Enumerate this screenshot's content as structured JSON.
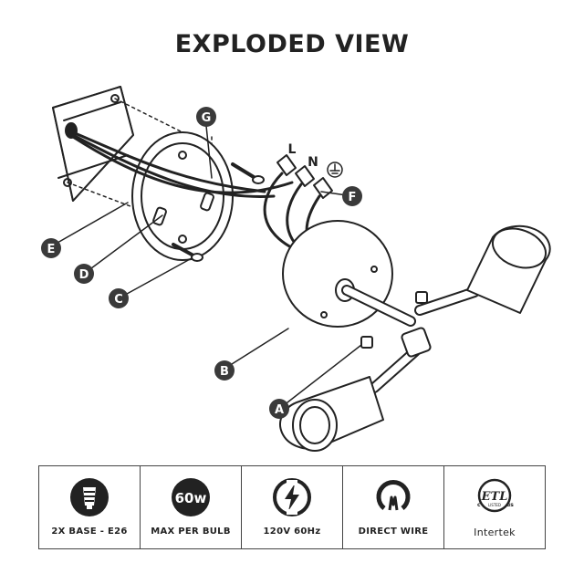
{
  "title": "EXPLODED VIEW",
  "callouts": {
    "a": "A",
    "b": "B",
    "c": "C",
    "d": "D",
    "e": "E",
    "f": "F",
    "g": "G"
  },
  "wire_labels": {
    "line": "L",
    "neutral": "N"
  },
  "specs": [
    {
      "icon": "bulb-base-icon",
      "label": "2X BASE - E26"
    },
    {
      "icon": "wattage-icon",
      "icon_text": "60w",
      "label": "MAX PER BULB"
    },
    {
      "icon": "lightning-icon",
      "label": "120V 60Hz"
    },
    {
      "icon": "direct-wire-icon",
      "label": "DIRECT WIRE"
    },
    {
      "icon": "etl-icon",
      "icon_text": "ETL",
      "icon_left": "c",
      "icon_right": "us",
      "icon_sub": "LISTED",
      "label": "Intertek"
    }
  ],
  "colors": {
    "ink": "#222222",
    "badge": "#3a3a3a",
    "white": "#ffffff"
  }
}
